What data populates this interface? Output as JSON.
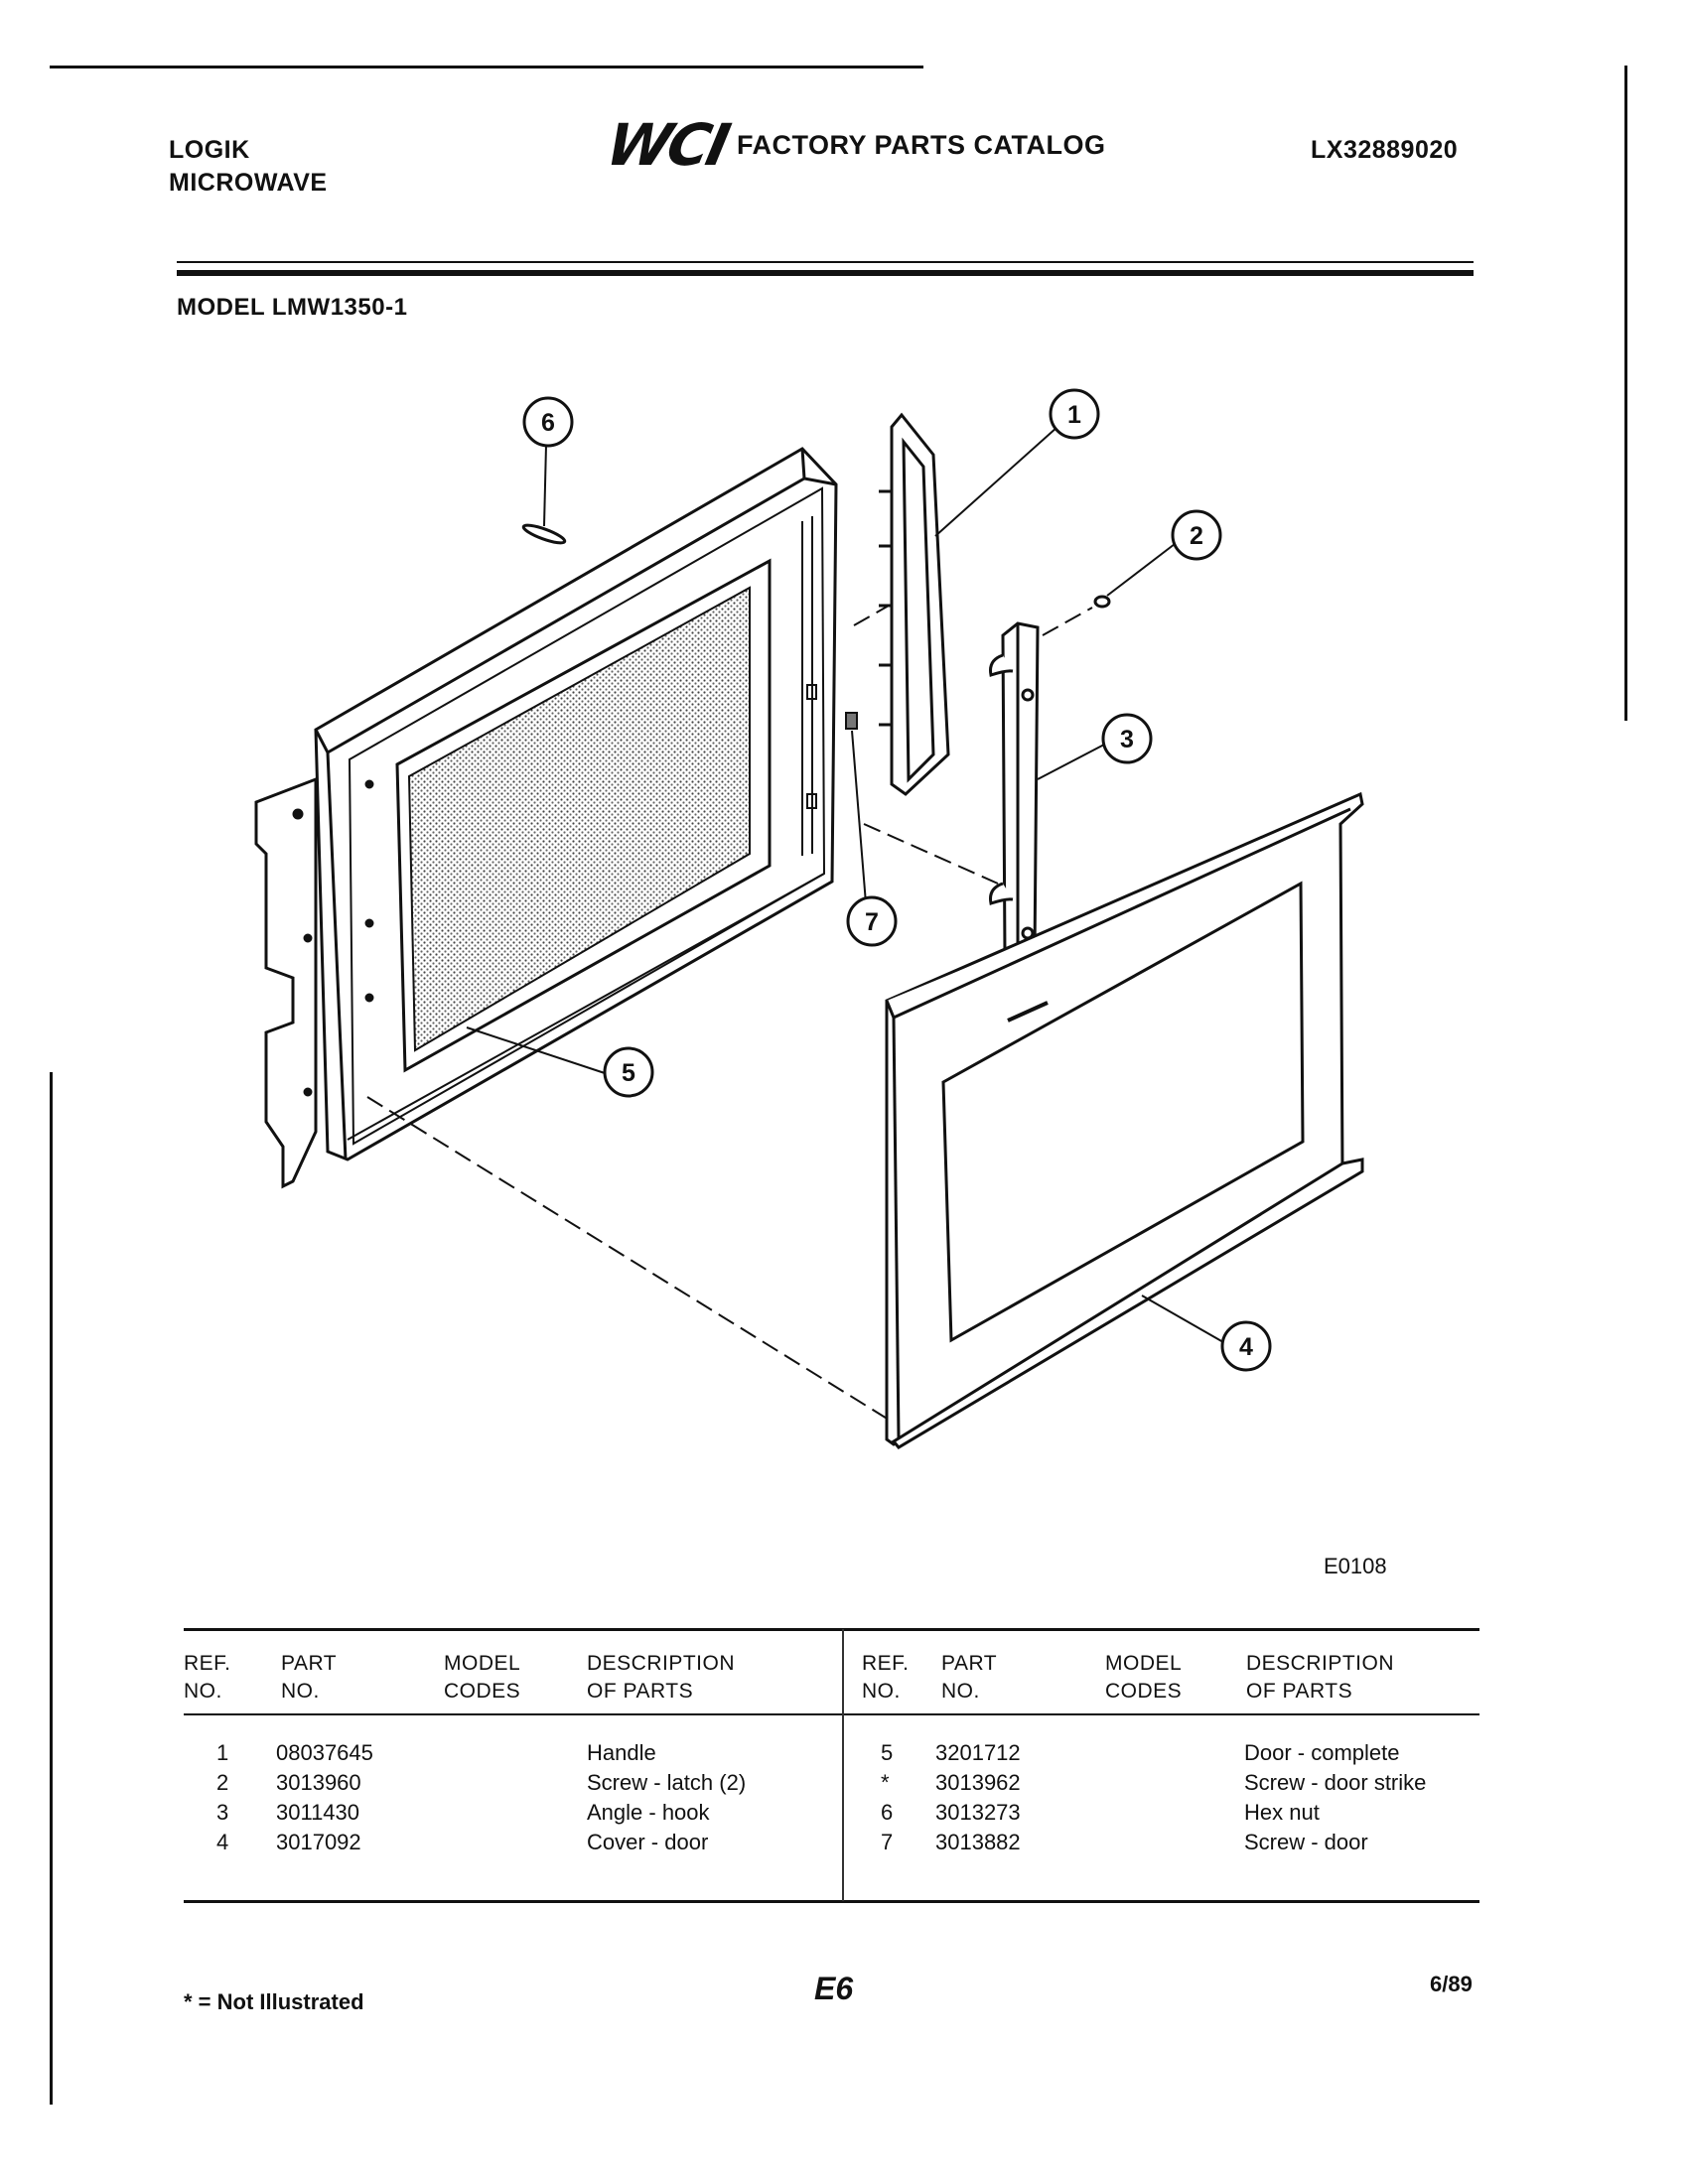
{
  "header": {
    "brand_line1": "LOGIK",
    "brand_line2": "MICROWAVE",
    "logo_text": "WCI",
    "catalog_title": "FACTORY PARTS CATALOG",
    "catalog_number": "LX32889020",
    "model": "MODEL LMW1350-1"
  },
  "diagram": {
    "figure_code": "E0108",
    "callouts": [
      "1",
      "2",
      "3",
      "4",
      "5",
      "6",
      "7"
    ]
  },
  "table": {
    "col_headers": {
      "ref_1": "REF.",
      "ref_2": "NO.",
      "part_1": "PART",
      "part_2": "NO.",
      "model_1": "MODEL",
      "model_2": "CODES",
      "desc_1": "DESCRIPTION",
      "desc_2": "OF PARTS"
    },
    "left_rows": [
      {
        "ref": "1",
        "part": "08037645",
        "model": "",
        "desc": "Handle"
      },
      {
        "ref": "2",
        "part": "3013960",
        "model": "",
        "desc": "Screw - latch (2)"
      },
      {
        "ref": "3",
        "part": "3011430",
        "model": "",
        "desc": "Angle - hook"
      },
      {
        "ref": "4",
        "part": "3017092",
        "model": "",
        "desc": "Cover - door"
      }
    ],
    "right_rows": [
      {
        "ref": "5",
        "part": "3201712",
        "model": "",
        "desc": "Door - complete"
      },
      {
        "ref": "*",
        "part": "3013962",
        "model": "",
        "desc": "Screw - door strike"
      },
      {
        "ref": "6",
        "part": "3013273",
        "model": "",
        "desc": "Hex nut"
      },
      {
        "ref": "7",
        "part": "3013882",
        "model": "",
        "desc": "Screw - door"
      }
    ]
  },
  "footer": {
    "note": "* = Not Illustrated",
    "page": "E6",
    "date": "6/89"
  }
}
